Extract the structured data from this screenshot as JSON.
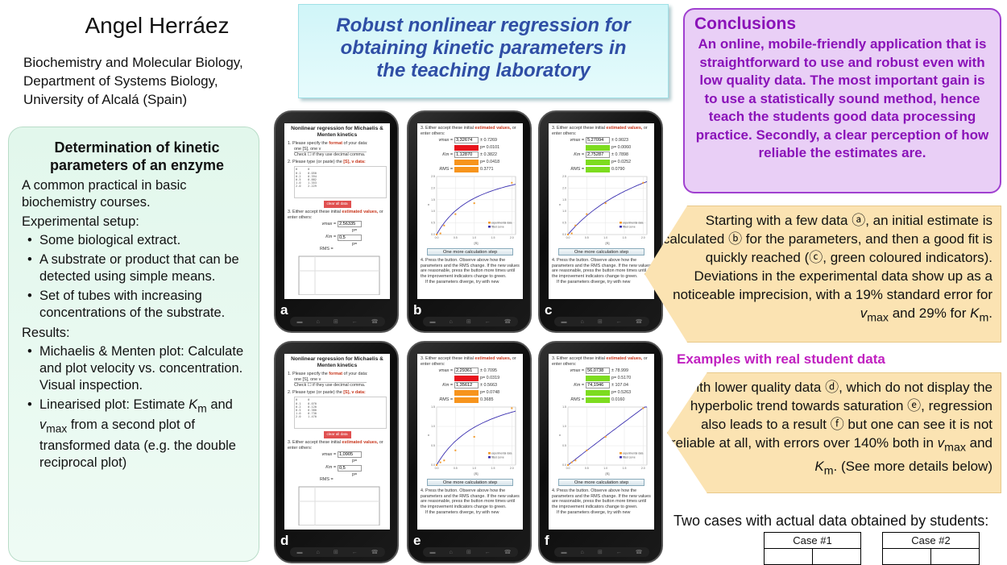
{
  "author": "Angel Herráez",
  "affiliation": [
    "Biochemistry and Molecular Biology,",
    "Department of Systems Biology,",
    "University of Alcalá  (Spain)"
  ],
  "title": [
    "Robust nonlinear regression for",
    "obtaining kinetic parameters in",
    "the teaching laboratory"
  ],
  "left": {
    "heading": "Determination of kinetic parameters of an enzyme",
    "intro": "A common practical in basic biochemistry courses.",
    "setup_label": "Experimental setup:",
    "setup_items": [
      "Some biological extract.",
      "A substrate or product that can be detected using simple means.",
      "Set of tubes with increasing concentrations of the substrate."
    ],
    "results_label": "Results:",
    "results_item1": "Michaelis & Menten plot: Calculate and plot velocity vs. concentration. Visual inspection.",
    "results_item2": {
      "a": "Linearised plot: Estimate ",
      "km": "K",
      "km_sub": "m",
      "b": " and ",
      "vmax": "v",
      "vmax_sub": "max",
      "c": " from a second plot of transformed data (e.g. the double reciprocal plot)"
    }
  },
  "conclusions": {
    "heading": "Conclusions",
    "text": "An online, mobile-friendly application that is straightforward to use and robust even with low quality data. The most important gain is to use a statistically sound method, hence teach the students good data processing practice. Secondly, a clear perception of how reliable the estimates are."
  },
  "callout1": {
    "a": "Starting with a few data ⓐ, an initial estimate is calculated ⓑ for the parameters, and then a good fit is quickly reached (ⓒ, green coloured indicators). Deviations in the experimental data show up as a noticeable imprecision, with a 19% standard error for ",
    "v": "v",
    "v_sub": "max",
    "b": " and 29% for ",
    "k": "K",
    "k_sub": "m",
    "c": "."
  },
  "examples_heading": "Examples with real student data",
  "callout2": {
    "a": "With lower quality data ⓓ, which do not display the hyperbolic trend towards saturation ⓔ, regression also leads to a result ⓕ but one can see it is not reliable at all, with errors over 140% both in ",
    "v": "v",
    "v_sub": "max",
    "b": " and ",
    "k": "K",
    "k_sub": "m",
    "c": ". (See more details below)"
  },
  "two_cases": "Two cases with actual data obtained by students:",
  "tables": [
    {
      "header": "Case #1"
    },
    {
      "header": "Case #2"
    }
  ],
  "app": {
    "title": "Nonlinear regression for Michaelis & Menten kinetics",
    "step1_a": "1. Please specify the ",
    "step1_b": "format",
    "step1_c": " of your data:",
    "format_value": "one [S], one v",
    "check_label": "Check ☐ if they use decimal comma.",
    "step2_a": "2. Please type (or paste) the ",
    "step2_b": "[S], v data:",
    "clear_label": "clear all data",
    "step3_a": "3. Either accept these initial ",
    "step3_b": "estimated values,",
    "step3_c": " or enter others:",
    "vmax_label": "vmax =",
    "km_label": "Km =",
    "rms_label": "RMS =",
    "calc_button": "One more calculation step",
    "legend_exp": "experimental data",
    "legend_fit": "fitted curve",
    "xlabel": "[S]",
    "ylabel": "v",
    "step4": "4. Press the button. Observe above how the parameters and the RMS change. If the new values are reasonable, press the button more times until the improvement indicators change to green.",
    "step4b": "If the parameters diverge, try with new"
  },
  "indicator_colors": {
    "red": "#e8141c",
    "orange": "#f7941d",
    "green": "#7ddc1f"
  },
  "phones": [
    {
      "label": "a",
      "type": "input",
      "data_rows": [
        "0      0",
        "0.1    0.050",
        "0.2    0.394",
        "0.5    0.882",
        "1.0    1.353",
        "2.0    2.229"
      ],
      "vmax": "2,56335",
      "km": "0,5"
    },
    {
      "label": "b",
      "type": "result",
      "vmax": "3,32674",
      "vmax_err": "± 0.7269",
      "p1": "p= 0.0101",
      "km": "1,12870",
      "km_err": "± 0.3822",
      "p2": "p= 0.0418",
      "rms": "0.3771",
      "ind": [
        "red",
        "orange",
        "orange"
      ],
      "fit": [
        3.327,
        1.129
      ],
      "points": [
        [
          0,
          0
        ],
        [
          0.1,
          0.05
        ],
        [
          0.2,
          0.39
        ],
        [
          0.5,
          0.88
        ],
        [
          1.0,
          1.35
        ],
        [
          2.0,
          2.23
        ]
      ],
      "ymax": 2.5
    },
    {
      "label": "c",
      "type": "result",
      "vmax": "5,27094",
      "vmax_err": "± 0.9023",
      "p1": "p= 0.0060",
      "km": "2,75287",
      "km_err": "± 0.7898",
      "p2": "p= 0.0252",
      "rms": "0.0790",
      "ind": [
        "green",
        "green",
        "green"
      ],
      "fit": [
        5.271,
        2.753
      ],
      "points": [
        [
          0,
          0
        ],
        [
          0.1,
          0.05
        ],
        [
          0.2,
          0.39
        ],
        [
          0.5,
          0.88
        ],
        [
          1.0,
          1.35
        ],
        [
          2.0,
          2.23
        ]
      ],
      "ymax": 2.5
    },
    {
      "label": "d",
      "type": "input",
      "data_rows": [
        "0      0",
        "0.1    0.070",
        "0.2    0.120",
        "0.5    0.380",
        "1.0    0.730",
        "2.0    1.470"
      ],
      "vmax": "1,0905",
      "km": "0,5"
    },
    {
      "label": "e",
      "type": "result",
      "vmax": "2,29361",
      "vmax_err": "± 0.7095",
      "p1": "p= 0.0319",
      "km": "1,35612",
      "km_err": "± 0.5663",
      "p2": "p= 0.0748",
      "rms": "0.3685",
      "ind": [
        "red",
        "orange",
        "orange"
      ],
      "fit": [
        2.294,
        1.356
      ],
      "points": [
        [
          0,
          0
        ],
        [
          0.1,
          0.07
        ],
        [
          0.2,
          0.12
        ],
        [
          0.5,
          0.38
        ],
        [
          1.0,
          0.73
        ],
        [
          2.0,
          1.47
        ]
      ],
      "ymax": 1.5
    },
    {
      "label": "f",
      "type": "result",
      "vmax": "56,0738",
      "vmax_err": "± 78.999",
      "p1": "p= 0.5170",
      "km": "74,1946",
      "km_err": "± 107.04",
      "p2": "p= 0.5263",
      "rms": "0.0160",
      "ind": [
        "green",
        "green",
        "green"
      ],
      "fit": [
        56.07,
        74.19
      ],
      "points": [
        [
          0,
          0
        ],
        [
          0.1,
          0.07
        ],
        [
          0.2,
          0.12
        ],
        [
          0.5,
          0.38
        ],
        [
          1.0,
          0.73
        ],
        [
          2.0,
          1.47
        ]
      ],
      "ymax": 1.5
    }
  ]
}
